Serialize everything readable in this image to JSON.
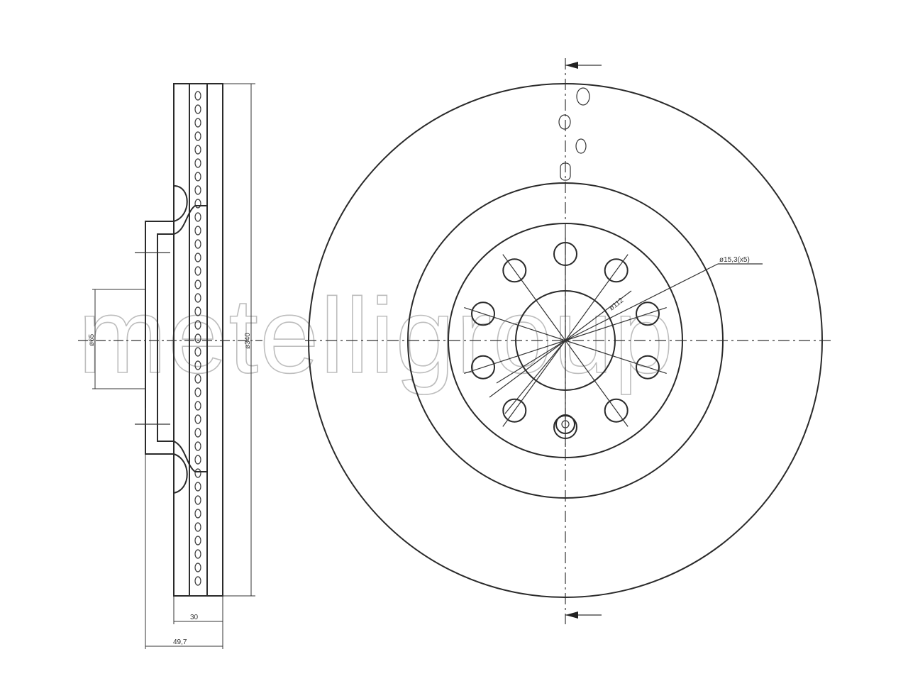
{
  "watermark": {
    "text": "metelligroup"
  },
  "dimensions": {
    "bolt_hole": "ø15,3(x5)",
    "pcd": "ø112",
    "center_bore": "ø65",
    "outer_diameter": "ø340",
    "disc_thickness": "30",
    "total_height": "49,7"
  }
}
